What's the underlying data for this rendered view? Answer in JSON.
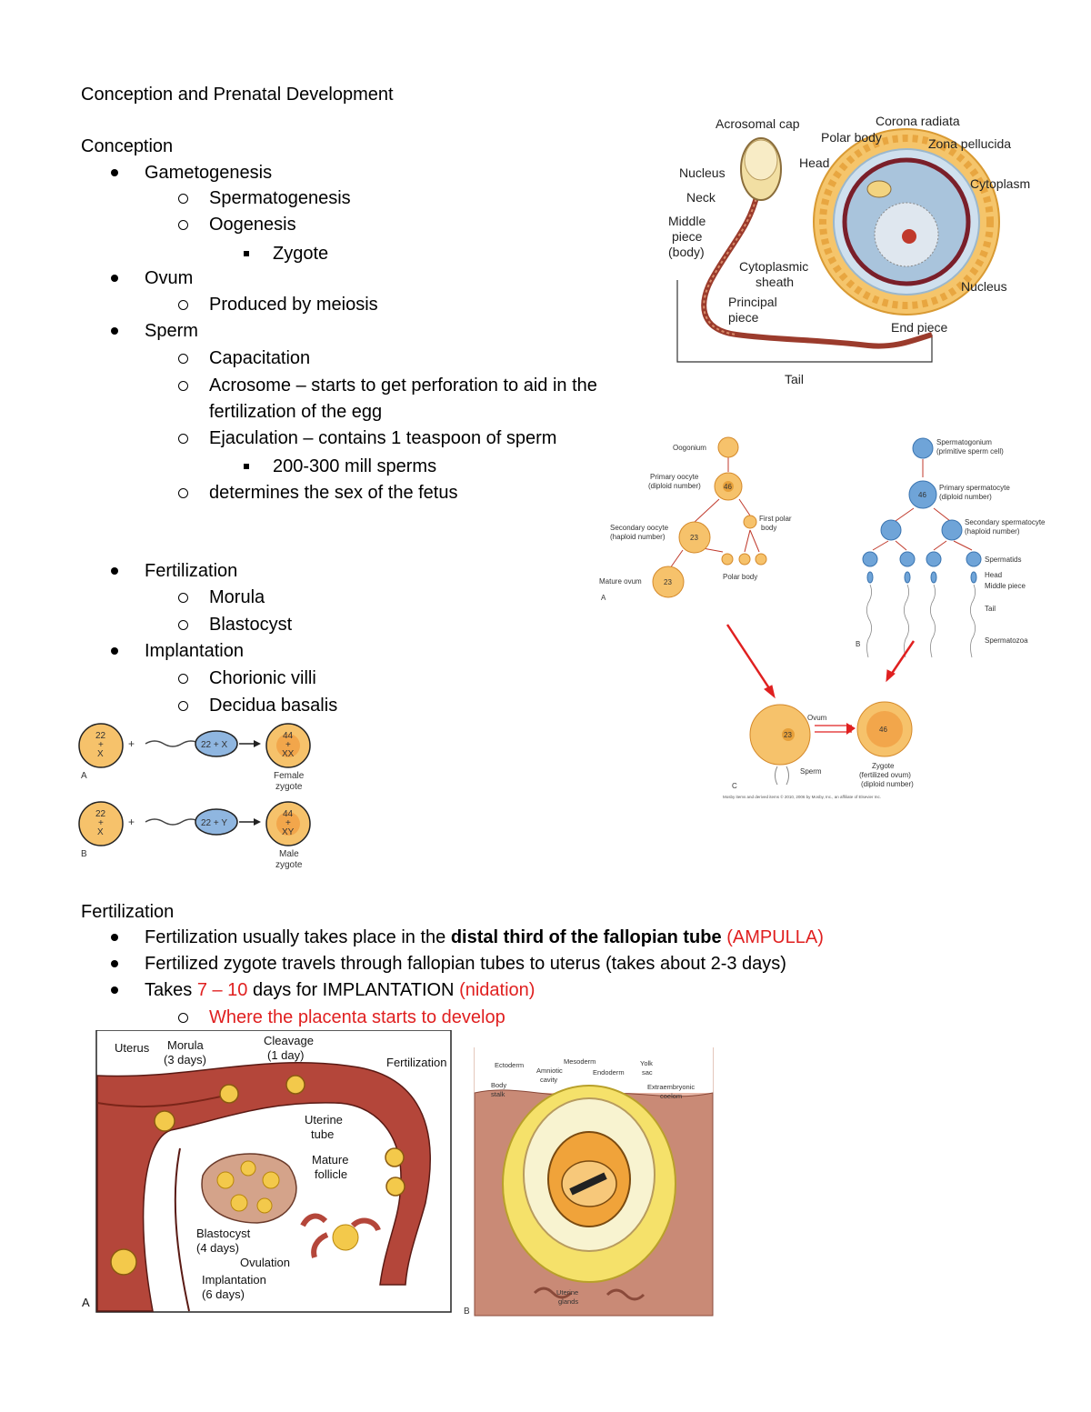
{
  "doc_title": "Conception and Prenatal Development",
  "conception": {
    "heading": "Conception",
    "items": {
      "gametogenesis": "Gametogenesis",
      "spermatogenesis": "Spermatogenesis",
      "oogenesis": "Oogenesis",
      "zygote": "Zygote",
      "ovum": "Ovum",
      "meiosis": "Produced by meiosis",
      "sperm": "Sperm",
      "capacitation": "Capacitation",
      "acrosome_1": "Acrosome – starts to get perforation to aid in the",
      "acrosome_2": "fertilization of the egg",
      "ejaculation": "Ejaculation – contains 1 teaspoon of sperm",
      "sperm_count": "200-300 mill sperms",
      "sex": "determines the sex of the fetus",
      "fertilization": "Fertilization",
      "morula": "Morula",
      "blastocyst": "Blastocyst",
      "implantation": "Implantation",
      "chorionic": "Chorionic villi",
      "decidua": "Decidua basalis"
    }
  },
  "fertilization_section": {
    "heading": "Fertilization",
    "b1_a": "Fertilization usually takes place in the ",
    "b1_b": "distal third of the fallopian tube",
    "b1_c": "(AMPULLA)",
    "b2": "Fertilized zygote travels through fallopian tubes to uterus (takes about 2-3 days)",
    "b3_a": "Takes ",
    "b3_b": "7 – 10",
    "b3_c": " days for IMPLANTATION ",
    "b3_d": "(nidation)",
    "sub": "Where the placenta starts to develop"
  },
  "sperm_diagram": {
    "acrosomal_cap": "Acrosomal cap",
    "nucleus": "Nucleus",
    "head": "Head",
    "neck": "Neck",
    "middle_1": "Middle",
    "middle_2": "piece",
    "middle_3": "(body)",
    "cyto_1": "Cytoplasmic",
    "cyto_2": "sheath",
    "principal_1": "Principal",
    "principal_2": "piece",
    "end_piece": "End piece",
    "tail": "Tail",
    "polar_body": "Polar body",
    "corona": "Corona radiata",
    "zona": "Zona pellucida",
    "cytoplasm": "Cytoplasm",
    "ovum_nucleus": "Nucleus"
  },
  "gametogenesis_diagram": {
    "oogonium": "Oogonium",
    "primary_oocyte_1": "Primary oocyte",
    "primary_oocyte_2": "(diploid number)",
    "first_polar_1": "First polar",
    "first_polar_2": "body",
    "secondary_oocyte_1": "Secondary oocyte",
    "secondary_oocyte_2": "(haploid number)",
    "mature_ovum": "Mature ovum",
    "polar_body": "Polar body",
    "label_a": "A",
    "spermatogonium_1": "Spermatogonium",
    "spermatogonium_2": "(primitive sperm cell)",
    "primary_sperm_1": "Primary spermatocyte",
    "primary_sperm_2": "(diploid number)",
    "secondary_sperm_1": "Secondary spermatocyte",
    "secondary_sperm_2": "(haploid number)",
    "spermatids": "Spermatids",
    "head": "Head",
    "middle_piece": "Middle piece",
    "tail": "Tail",
    "spermatozoa": "Spermatozoa",
    "label_b": "B",
    "ovum": "Ovum",
    "sperm": "Sperm",
    "zygote_1": "Zygote",
    "zygote_2": "(fertilized ovum)",
    "zygote_3": "(diploid number)",
    "label_c": "C",
    "n46": "46",
    "n23": "23",
    "credit": "Mosby items and derived items © 2010, 2006 by Mosby, Inc., an affiliate of Elsevier Inc."
  },
  "sex_diagram": {
    "a_egg_1": "22",
    "a_egg_2": "+",
    "a_egg_3": "X",
    "a_sperm": "22 + X",
    "a_zyg_1": "44",
    "a_zyg_2": "+",
    "a_zyg_3": "XX",
    "a_label": "A",
    "a_caption_1": "Female",
    "a_caption_2": "zygote",
    "b_egg_1": "22",
    "b_egg_2": "+",
    "b_egg_3": "X",
    "b_sperm": "22 + Y",
    "b_zyg_1": "44",
    "b_zyg_2": "+",
    "b_zyg_3": "XY",
    "b_label": "B",
    "b_caption_1": "Male",
    "b_caption_2": "zygote",
    "plus": "+"
  },
  "uterus_diagram": {
    "uterus": "Uterus",
    "morula_1": "Morula",
    "morula_2": "(3 days)",
    "cleavage_1": "Cleavage",
    "cleavage_2": "(1 day)",
    "fertilization": "Fertilization",
    "tube_1": "Uterine",
    "tube_2": "tube",
    "follicle_1": "Mature",
    "follicle_2": "follicle",
    "blast_1": "Blastocyst",
    "blast_2": "(4 days)",
    "ovulation": "Ovulation",
    "impl_1": "Implantation",
    "impl_2": "(6 days)",
    "label_a": "A"
  },
  "embryo_diagram": {
    "ectoderm": "Ectoderm",
    "amniotic_1": "Amniotic",
    "amniotic_2": "cavity",
    "mesoderm": "Mesoderm",
    "endoderm": "Endoderm",
    "yolk_1": "Yolk",
    "yolk_2": "sac",
    "body_1": "Body",
    "body_2": "stalk",
    "extra_1": "Extraembryonic",
    "extra_2": "coelom",
    "glands_1": "Uterine",
    "glands_2": "glands",
    "label_b": "B"
  }
}
